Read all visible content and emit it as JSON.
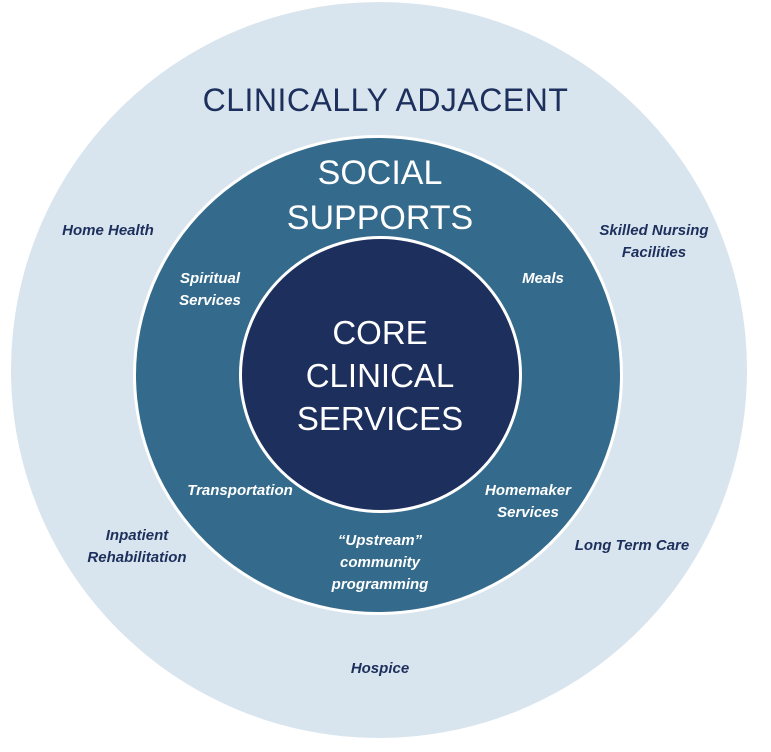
{
  "rings": {
    "outer": {
      "title": "CLINICALLY ADJACENT",
      "color": "#d9e5ee",
      "items": {
        "home_health": "Home Health",
        "skilled_nursing": "Skilled Nursing\nFacilities",
        "inpatient_rehab": "Inpatient\nRehabilitation",
        "long_term_care": "Long Term Care",
        "hospice": "Hospice"
      }
    },
    "middle": {
      "title": "SOCIAL\nSUPPORTS",
      "color": "#346a8b",
      "items": {
        "spiritual": "Spiritual\nServices",
        "meals": "Meals",
        "transportation": "Transportation",
        "homemaker": "Homemaker\nServices",
        "upstream": "“Upstream”\ncommunity\nprogramming"
      }
    },
    "inner": {
      "title": "CORE\nCLINICAL\nSERVICES",
      "color": "#1d2f5c"
    }
  }
}
